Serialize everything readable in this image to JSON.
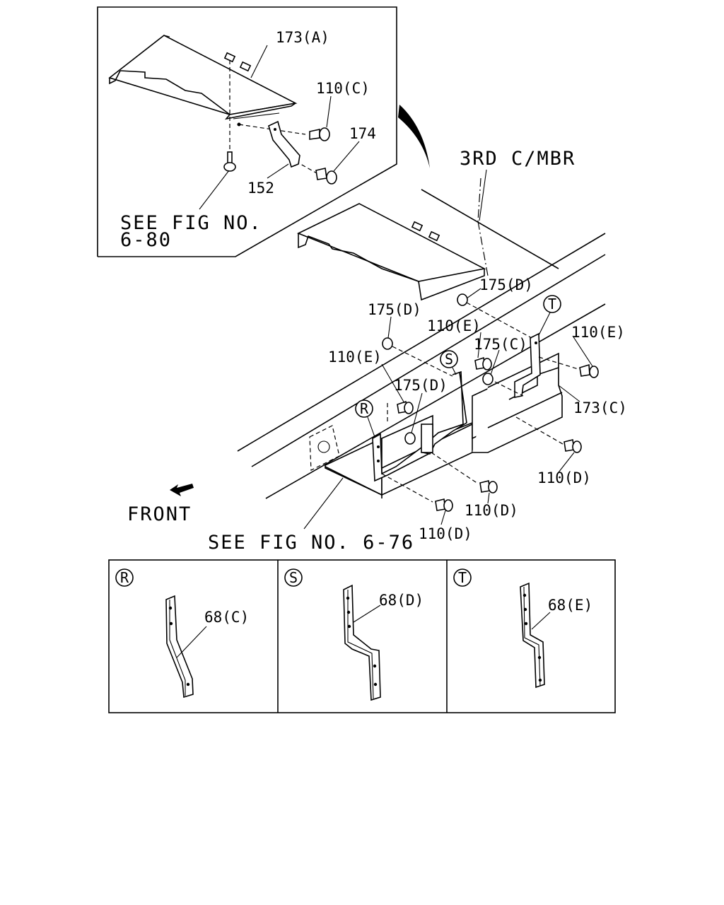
{
  "labels": {
    "part_173a": "173(A)",
    "part_110c": "110(C)",
    "part_174": "174",
    "part_152": "152",
    "see_fig_680_line1": "SEE FIG NO.",
    "see_fig_680_line2": "6-80",
    "third_cmbr": "3RD C/MBR",
    "part_175d_a": "175(D)",
    "part_175d_b": "175(D)",
    "part_175d_c": "175(D)",
    "part_175c": "175(C)",
    "part_110e_a": "110(E)",
    "part_110e_b": "110(E)",
    "part_110e_c": "110(E)",
    "part_173c": "173(C)",
    "part_110d_a": "110(D)",
    "part_110d_b": "110(D)",
    "part_110d_c": "110(D)",
    "front": "FRONT",
    "see_fig_676": "SEE FIG NO. 6-76"
  },
  "callouts": {
    "r": "R",
    "s": "S",
    "t": "T"
  },
  "details": [
    {
      "marker": "R",
      "part": "68(C)"
    },
    {
      "marker": "S",
      "part": "68(D)"
    },
    {
      "marker": "T",
      "part": "68(E)"
    }
  ]
}
